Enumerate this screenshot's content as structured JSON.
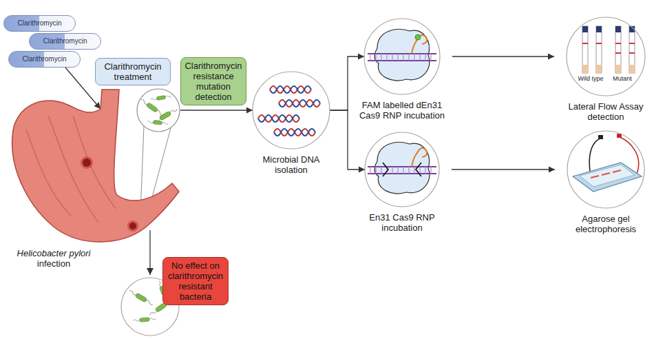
{
  "diagram": {
    "nodes": [
      {
        "text": [
          "Clarithromycin"
        ]
      },
      {
        "text": [
          "Clarithromycin"
        ]
      },
      {
        "text": [
          "Clarithromycin"
        ]
      },
      {
        "text": [
          "Clarithromycin treatment"
        ]
      },
      {
        "text": [
          "Clarithromycin resistance mutation detection"
        ]
      },
      {
        "text": [
          "Helicobacter pylori infection"
        ]
      },
      {
        "text": [
          "No effect on clarithromycin resistant bacteria"
        ]
      },
      {
        "text": [
          "Microbial DNA isolation"
        ]
      },
      {
        "text": [
          "FAM labelled dEn31 Cas9 RNP incubation"
        ]
      },
      {
        "text": [
          "Wild type",
          "Mutant",
          "Lateral Flow Assay detection"
        ]
      },
      {
        "text": [
          "En31 Cas9 RNP incubation"
        ]
      },
      {
        "text": [
          "Agarose gel electrophoresis"
        ]
      }
    ],
    "edges": [
      {
        "from": 2,
        "to": 5,
        "arrow": "to"
      },
      {
        "from": 5,
        "to": 7,
        "arrow": "to"
      },
      {
        "from": 7,
        "to": 8,
        "arrow": "to"
      },
      {
        "from": 7,
        "to": 10,
        "arrow": "to"
      },
      {
        "from": 8,
        "to": 9,
        "arrow": "to"
      },
      {
        "from": 10,
        "to": 11,
        "arrow": "to"
      }
    ]
  }
}
